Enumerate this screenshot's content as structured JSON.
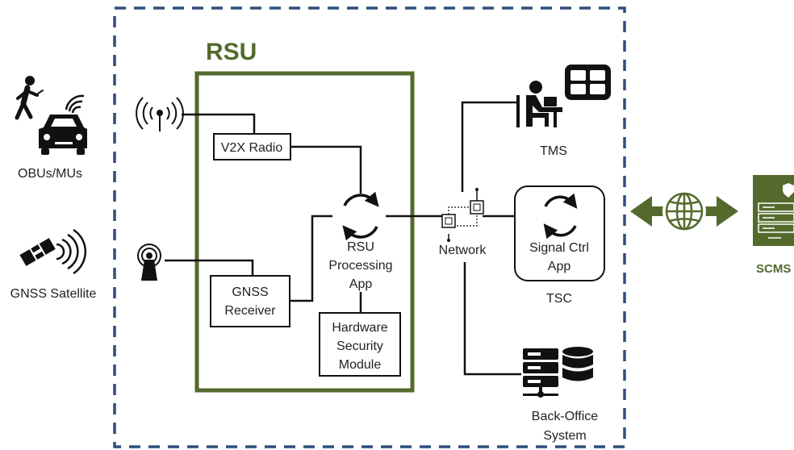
{
  "colors": {
    "accent_green": "#546a2c",
    "boundary_blue": "#2f4e7a",
    "line": "#111111"
  },
  "rsu": {
    "title": "RSU",
    "v2x_radio": "V2X Radio",
    "processing_app": [
      "RSU",
      "Processing",
      "App"
    ],
    "gnss_receiver": [
      "GNSS",
      "Receiver"
    ],
    "hsm": [
      "Hardware",
      "Security",
      "Module"
    ]
  },
  "left": {
    "obus": "OBUs/MUs",
    "gnss_satellite": "GNSS Satellite"
  },
  "right": {
    "network": "Network",
    "tms": "TMS",
    "signal_ctrl": [
      "Signal Ctrl",
      "App"
    ],
    "tsc": "TSC",
    "back_office": [
      "Back-Office",
      "System"
    ],
    "scms": "SCMS"
  },
  "icons": [
    "pedestrian-icon",
    "car-icon",
    "antenna-icon",
    "gps-antenna-icon",
    "satellite-icon",
    "sync-icon",
    "network-switch-icon",
    "operator-desk-icon",
    "grid-icon",
    "server-icon",
    "database-icon",
    "globe-icon",
    "scms-server-icon"
  ]
}
